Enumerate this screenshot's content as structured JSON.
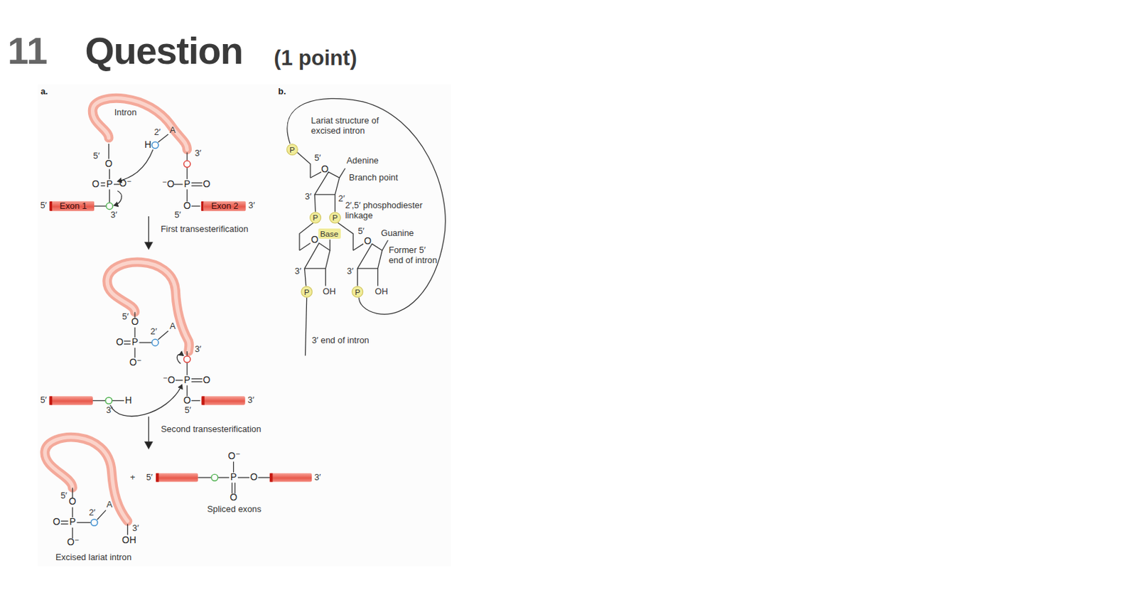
{
  "diagram": {
    "title": "Question",
    "nodes": [
      {
        "text": [
          "Exon 1"
        ]
      },
      {
        "text": [
          "Exon 2"
        ]
      },
      {
        "text": [
          "P"
        ]
      },
      {
        "text": [
          "P"
        ]
      },
      {
        "text": [
          "P"
        ]
      },
      {
        "text": [
          "Base"
        ]
      },
      {
        "text": [
          "P"
        ]
      },
      {
        "text": [
          "P"
        ]
      }
    ],
    "labels": [
      "11",
      "(1 point)",
      "a.",
      "b.",
      "Intron",
      "2′",
      "A",
      "H",
      "5′",
      "3′",
      "O",
      "O",
      "P",
      "O⁻",
      "⁻O",
      "P",
      "O",
      "5′",
      "3′",
      "O",
      "5′",
      "3′",
      "First transesterification",
      "5′",
      "O",
      "O",
      "P",
      "2′",
      "A",
      "O⁻",
      "3′",
      "⁻O",
      "P",
      "O",
      "5′",
      "H",
      "3′",
      "O",
      "5′",
      "3′",
      "Second transesterification",
      "5′",
      "O",
      "O",
      "P",
      "2′",
      "A",
      "O⁻",
      "3′",
      "OH",
      "Excised lariat intron",
      "+",
      "5′",
      "O⁻",
      "P",
      "O",
      "O",
      "3′",
      "Spliced exons",
      "Lariat structure of excised intron",
      "5′",
      "Adenine",
      "Branch point",
      "O",
      "3′",
      "2′",
      "2′,5′ phosphodiester linkage",
      "5′",
      "Guanine",
      "O",
      "O",
      "Former 5′ end of intron",
      "3′",
      "OH",
      "3′",
      "OH",
      "3′ end of intron"
    ]
  }
}
